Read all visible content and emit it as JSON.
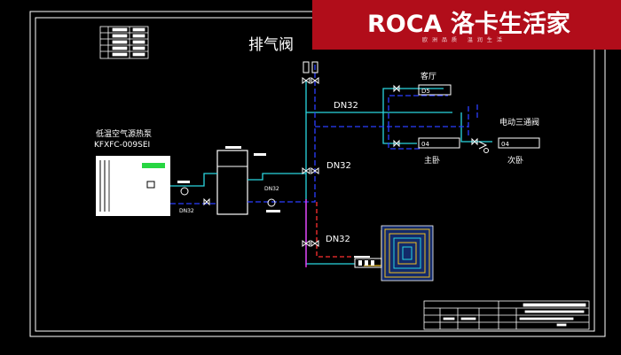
{
  "labels": {
    "vent_valve": "排气阀",
    "heat_pump_name": "低温空气源热泵",
    "heat_pump_model": "KFXFC-009SEI",
    "pipe_main": "DN32",
    "pipe_mid": "DN32",
    "pipe_lower": "DN32",
    "pipe_left": "DN32",
    "pipe_tank": "DN32",
    "living_room": "客厅",
    "master_bedroom": "主卧",
    "second_bedroom": "次卧",
    "three_way_valve": "电动三通阀",
    "tag_d5": "D5",
    "tag_04a": "04",
    "tag_04b": "04"
  },
  "brand": {
    "logo": "ROCA 洛卡生活家",
    "tagline": "欧洲品质 温润生活"
  },
  "colors": {
    "background": "#000000",
    "frame": "#ffffff",
    "supply_pipe": "#2ad6e0",
    "return_pipe": "#2b3dff",
    "floor_supply": "#ff3030",
    "floor_return": "#ff30ff",
    "floor_coil": "#f0c020",
    "brand_bar": "#b10d1a",
    "unit_display": "#27d642"
  }
}
